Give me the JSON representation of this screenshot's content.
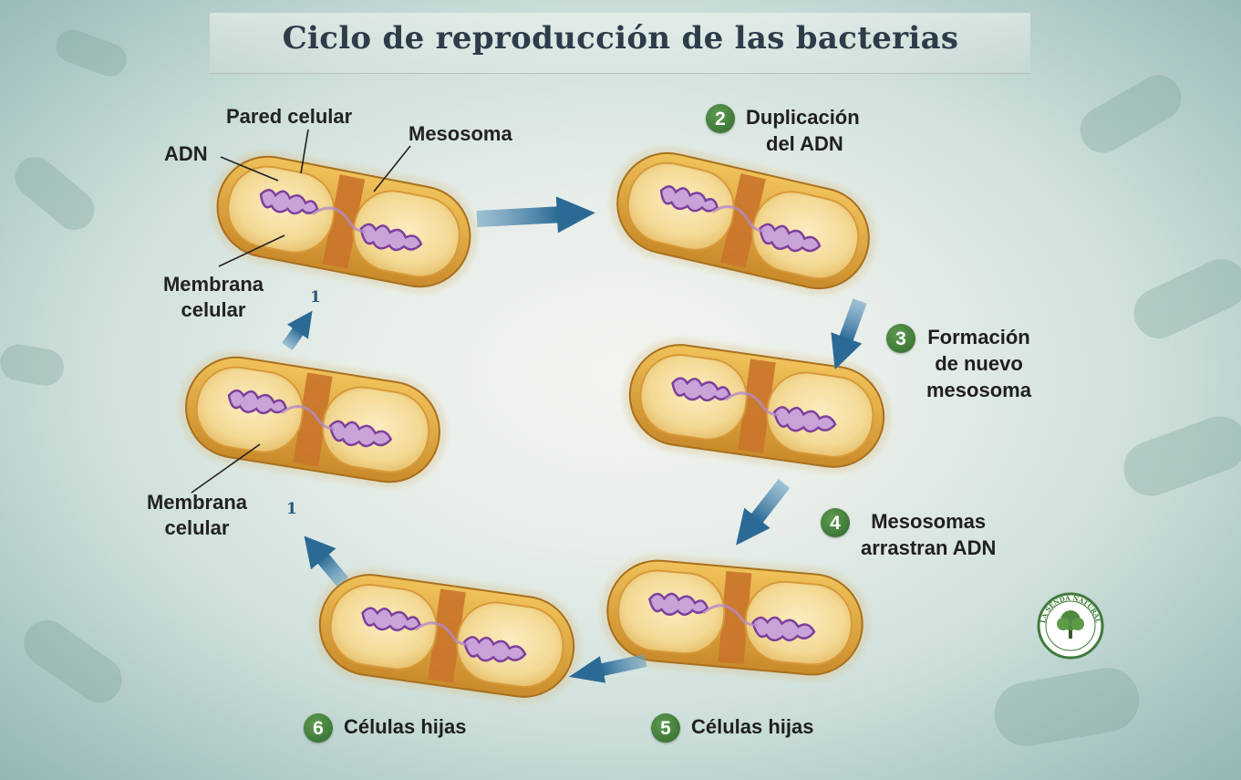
{
  "title": "Ciclo de reproducción de las bacterias",
  "labels": {
    "pared_celular": "Pared celular",
    "adn": "ADN",
    "mesosoma": "Mesosoma",
    "membrana_celular_top": [
      "Membrana",
      "celular"
    ],
    "membrana_celular_bottom": [
      "Membrana",
      "celular"
    ]
  },
  "steps": [
    {
      "number": "2",
      "lines": [
        "Duplicación",
        "del ADN"
      ]
    },
    {
      "number": "3",
      "lines": [
        "Formación",
        "de nuevo",
        "mesosoma"
      ]
    },
    {
      "number": "4",
      "lines": [
        "Mesosomas",
        "arrastran ADN"
      ]
    },
    {
      "number": "5",
      "lines": [
        "Células hijas"
      ]
    },
    {
      "number": "6",
      "lines": [
        "Células hijas"
      ]
    }
  ],
  "arrow_numbers": [
    "1",
    "1"
  ],
  "logo": {
    "text": "LA SENDA NATURAL",
    "icon": "tree-icon"
  },
  "colors": {
    "cell_wall": "#e0a83a",
    "cytoplasm": "#f6dfa0",
    "dna": "#8a4fa8",
    "arrow": "#2e6f9a",
    "step_badge": "#3d7a37",
    "title": "#2c3c4a"
  }
}
